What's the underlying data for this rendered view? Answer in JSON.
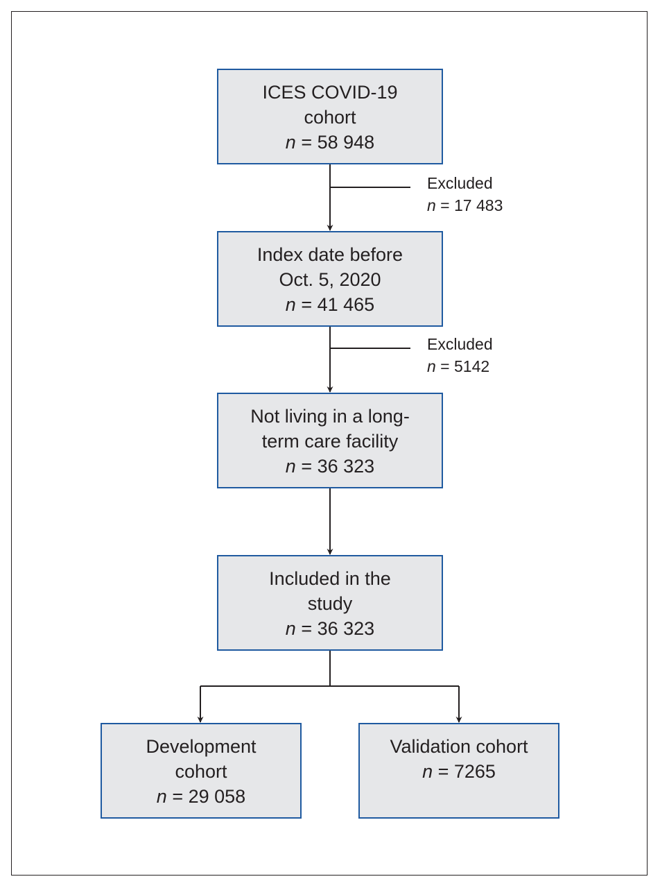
{
  "boxes": {
    "ices": {
      "line1": "ICES COVID-19",
      "line2": "cohort",
      "n_label": "n",
      "count": " = 58 948"
    },
    "index_date": {
      "line1": "Index date before",
      "line2": "Oct. 5, 2020",
      "n_label": "n",
      "count": " = 41 465"
    },
    "not_ltc": {
      "line1": "Not living in a long-",
      "line2": "term care facility",
      "n_label": "n",
      "count": " = 36 323"
    },
    "included": {
      "line1": "Included in the",
      "line2": "study",
      "n_label": "n",
      "count": " = 36 323"
    },
    "development": {
      "line1": "Development",
      "line2": "cohort",
      "n_label": "n",
      "count": " = 29 058"
    },
    "validation": {
      "line1": "Validation cohort",
      "n_label": "n",
      "count": " = 7265"
    }
  },
  "exclusions": [
    {
      "label": "Excluded",
      "n_label": "n",
      "count": " = 17 483"
    },
    {
      "label": "Excluded",
      "n_label": "n",
      "count": " = 5142"
    }
  ],
  "colors": {
    "box_fill": "#e6e7e9",
    "box_border": "#1f5aa0",
    "line": "#231f20"
  }
}
